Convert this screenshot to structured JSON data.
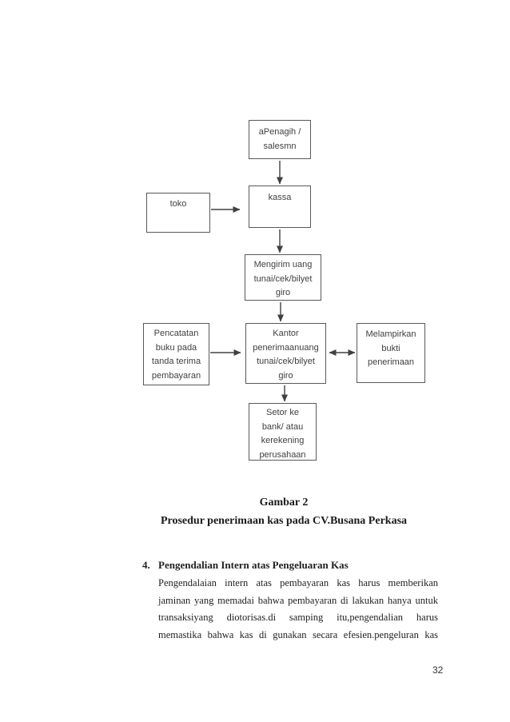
{
  "flowchart": {
    "nodes": {
      "penagih": {
        "lines": [
          "aPenagih /",
          "salesmn"
        ]
      },
      "kassa": {
        "lines": [
          "kassa"
        ]
      },
      "toko": {
        "lines": [
          "toko"
        ]
      },
      "mengirim": {
        "lines": [
          "Mengirim uang",
          "tunai/cek/bilyet",
          "giro"
        ]
      },
      "pencatatan": {
        "lines": [
          "Pencatatan",
          "buku pada",
          "tanda terima",
          "pembayaran"
        ]
      },
      "kantor": {
        "lines": [
          "Kantor",
          "penerimaanuang",
          "tunai/cek/bilyet",
          "giro"
        ]
      },
      "melampirkan": {
        "lines": [
          "Melampirkan",
          "bukti",
          "penerimaan"
        ]
      },
      "setor": {
        "lines": [
          "Setor ke",
          "bank/ atau",
          "kerekening",
          "perusahaan"
        ]
      }
    },
    "colors": {
      "box_border": "#595959",
      "arrow": "#404040",
      "box_text": "#3f3f3f",
      "body_text": "#1f1f1f"
    }
  },
  "caption": {
    "title": "Gambar 2",
    "subtitle": "Prosedur penerimaan kas pada CV.Busana Perkasa"
  },
  "section": {
    "number": "4.",
    "heading": "Pengendalian Intern atas Pengeluaran Kas",
    "body_lines": [
      "Pengendalaian intern atas pembayaran kas harus memberikan",
      "jaminan yang memadai bahwa pembayaran di lakukan hanya untuk",
      "transaksiyang diotorisas.di samping itu,pengendalian harus",
      "memastika bahwa kas di gunakan secara efesien.pengeluran kas"
    ]
  },
  "page": {
    "number": "32"
  }
}
